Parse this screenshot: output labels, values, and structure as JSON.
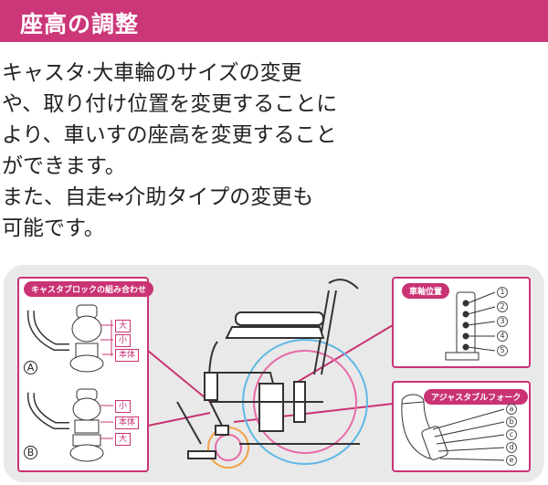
{
  "header": {
    "title": "座高の調整"
  },
  "description": {
    "lines": [
      "キャスタ·大車輪のサイズの変更",
      "や、取り付け位置を変更することに",
      "より、車いすの座高を変更すること",
      "ができます。",
      "また、自走⇔介助タイプの変更も",
      "可能です。"
    ]
  },
  "diagram": {
    "caster_block_tag": "キャスタブロックの組み合わせ",
    "variant_a": {
      "marker": "A",
      "labels": [
        "大",
        "小",
        "本体"
      ]
    },
    "variant_b": {
      "marker": "B",
      "labels": [
        "小",
        "本体",
        "大"
      ]
    },
    "axle_position_tag": "車軸位置",
    "axle_numbers": [
      "1",
      "2",
      "3",
      "4",
      "5"
    ],
    "fork_tag": "アジャスタブルフォーク",
    "fork_letters": [
      "a",
      "b",
      "c",
      "d",
      "e"
    ],
    "colors": {
      "accent": "#cc3779",
      "panel": "#e9e9e9",
      "wheel_blue": "#5fb8e6",
      "wheel_orange": "#f0a346"
    }
  }
}
